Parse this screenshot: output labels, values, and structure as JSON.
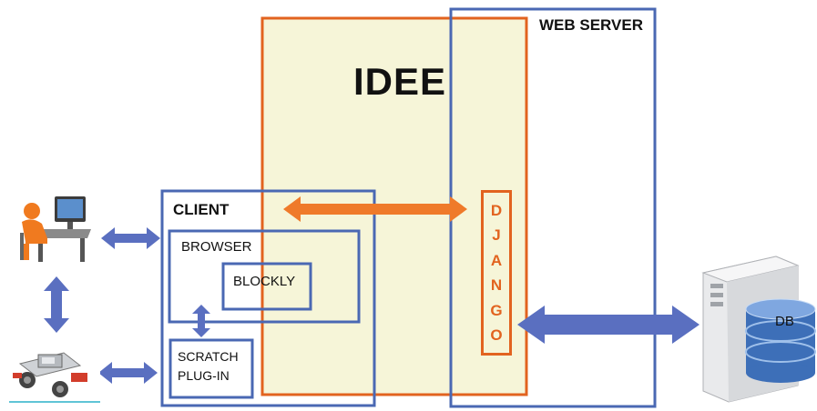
{
  "colors": {
    "idee_border": "#e2631f",
    "idee_fill": "#f6f5d8",
    "blue": "#4a68b3",
    "arrow_blue": "#5a6fc0",
    "arrow_orange": "#ef7a2a"
  },
  "idee": {
    "title": "IDEE"
  },
  "web_server": {
    "title": "WEB SERVER"
  },
  "client": {
    "title": "CLIENT",
    "browser": "BROWSER",
    "blockly": "BLOCKLY",
    "scratch_line1": "SCRATCH",
    "scratch_line2": "PLUG-IN"
  },
  "django": {
    "letters": [
      "D",
      "J",
      "A",
      "N",
      "G",
      "O"
    ]
  },
  "db": {
    "label": "DB"
  },
  "icons": [
    "user-at-computer-icon",
    "lego-robot-icon",
    "database-server-icon"
  ]
}
